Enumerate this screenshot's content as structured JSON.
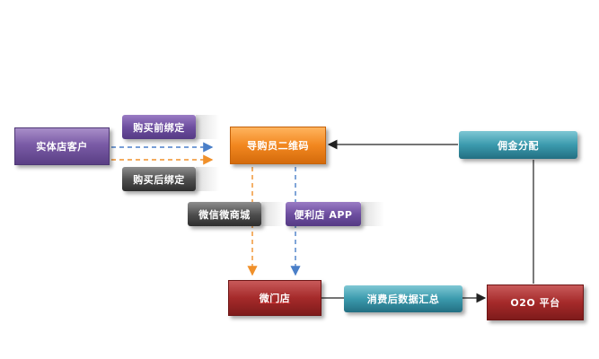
{
  "nodes": {
    "customer": "实体店客户",
    "before_bind": "购买前绑定",
    "after_bind": "购买后绑定",
    "qrcode": "导购员二维码",
    "commission": "佣金分配",
    "wechat_mall": "微信微商城",
    "convenience_app": "便利店 APP",
    "micro_store": "微门店",
    "data_summary": "消费后数据汇总",
    "o2o": "O2O 平台"
  },
  "colors": {
    "dashed_orange": "#f0902a",
    "dashed_blue": "#4a7fc8",
    "solid_line": "#222222"
  }
}
